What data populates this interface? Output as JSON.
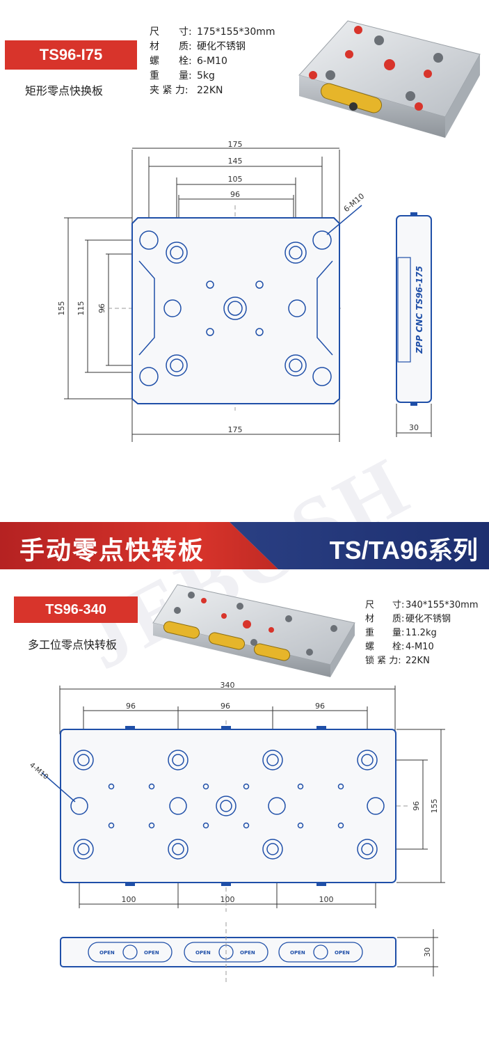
{
  "product1": {
    "model": "TS96-I75",
    "subtitle": "矩形零点快换板",
    "specs": [
      {
        "key": "尺　　寸:",
        "value": "175*155*30mm"
      },
      {
        "key": "材　　质:",
        "value": "硬化不锈钢"
      },
      {
        "key": "螺　　栓:",
        "value": "6-M10"
      },
      {
        "key": "重　　量:",
        "value": "5kg"
      },
      {
        "key": "夹 紧 力:",
        "value": "22KN"
      }
    ],
    "dims": {
      "top_175": "175",
      "d145": "145",
      "d105": "105",
      "d96": "96",
      "bottom_175": "175",
      "left_155": "155",
      "left_115": "115",
      "left_96": "96",
      "bolt_label": "6-M10",
      "side_30": "30",
      "side_text": "ZPP CNC TS96-175"
    }
  },
  "banner": {
    "left": "手动零点快转板",
    "right": "TS/TA96系列"
  },
  "watermark": "JEBOSH",
  "product2": {
    "model": "TS96-340",
    "subtitle": "多工位零点快转板",
    "specs": [
      {
        "key": "尺　　寸:",
        "value": "340*155*30mm"
      },
      {
        "key": "材　　质:",
        "value": "硬化不锈钢"
      },
      {
        "key": "重　　量:",
        "value": "11.2kg"
      },
      {
        "key": "螺　　栓:",
        "value": "4-M10"
      },
      {
        "key": "锁 紧 力:",
        "value": "22KN"
      }
    ],
    "dims": {
      "top_340": "340",
      "top_96a": "96",
      "top_96b": "96",
      "top_96c": "96",
      "bottom_100a": "100",
      "bottom_100b": "100",
      "bottom_100c": "100",
      "right_96": "96",
      "right_155": "155",
      "bolt_label": "4-M10",
      "side_30": "30",
      "open": "OPEN"
    }
  },
  "colors": {
    "accent_red": "#d8342b",
    "navy": "#1f3a8a",
    "drawing_blue": "#1f4fa8"
  }
}
